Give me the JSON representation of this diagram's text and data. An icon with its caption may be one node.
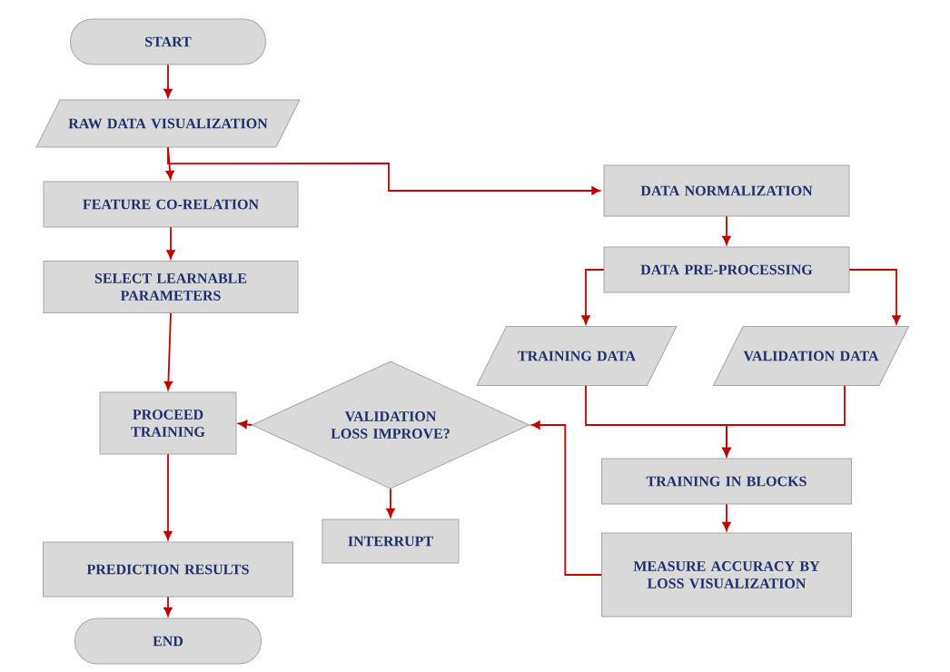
{
  "diagram": {
    "nodes": [
      {
        "text": [
          "START"
        ]
      },
      {
        "text": [
          "RAW DATA VISUALIZATION"
        ]
      },
      {
        "text": [
          "FEATURE CO-RELATION"
        ]
      },
      {
        "text": [
          "SELECT LEARNABLE PARAMETERS"
        ]
      },
      {
        "text": [
          "PROCEED TRAINING"
        ]
      },
      {
        "text": [
          "VALIDATION LOSS IMPROVE?"
        ]
      },
      {
        "text": [
          "INTERRUPT"
        ]
      },
      {
        "text": [
          "PREDICTION RESULTS"
        ]
      },
      {
        "text": [
          "END"
        ]
      },
      {
        "text": [
          "DATA NORMALIZATION"
        ]
      },
      {
        "text": [
          "DATA PRE-PROCESSING"
        ]
      },
      {
        "text": [
          "TRAINING DATA"
        ]
      },
      {
        "text": [
          "VALIDATION DATA"
        ]
      },
      {
        "text": [
          "TRAINING IN BLOCKS"
        ]
      },
      {
        "text": [
          "MEASURE ACCURACY BY LOSS VISUALIZATION"
        ]
      }
    ],
    "edges": [
      {
        "from": 0,
        "to": 1,
        "arrow": "to"
      },
      {
        "from": 1,
        "to": 2,
        "arrow": "to"
      },
      {
        "from": 1,
        "to": 9,
        "arrow": "to"
      },
      {
        "from": 2,
        "to": 3,
        "arrow": "to"
      },
      {
        "from": 3,
        "to": 4,
        "arrow": "to"
      },
      {
        "from": 4,
        "to": 7,
        "arrow": "to"
      },
      {
        "from": 7,
        "to": 8,
        "arrow": "to"
      },
      {
        "from": 5,
        "to": 4,
        "arrow": "to"
      },
      {
        "from": 5,
        "to": 6,
        "arrow": "to"
      },
      {
        "from": 9,
        "to": 10,
        "arrow": "to"
      },
      {
        "from": 10,
        "to": 11,
        "arrow": "to"
      },
      {
        "from": 10,
        "to": 12,
        "arrow": "to"
      },
      {
        "from": 11,
        "to": 13,
        "arrow": "to"
      },
      {
        "from": 12,
        "to": 13,
        "arrow": "to"
      },
      {
        "from": 13,
        "to": 14,
        "arrow": "to"
      },
      {
        "from": 14,
        "to": 5,
        "arrow": "to"
      }
    ]
  }
}
